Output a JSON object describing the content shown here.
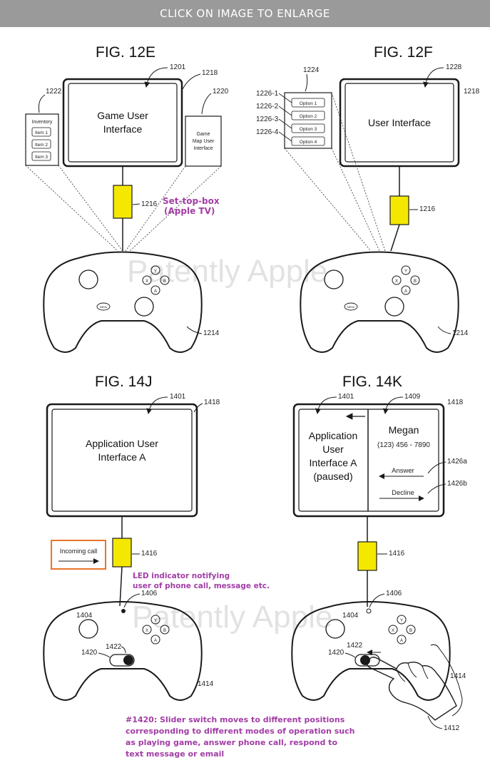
{
  "banner": "CLICK ON IMAGE TO ENLARGE",
  "watermark": "Patently Apple",
  "fig12e": {
    "title": "FIG. 12E",
    "screen_text": [
      "Game User",
      "Interface"
    ],
    "inventory_title": "Inventory",
    "inventory_items": [
      "Item 1",
      "Item 2",
      "Item 3"
    ],
    "map_text": [
      "Game",
      "Map User",
      "Interface"
    ],
    "set_top_box": [
      "Set-top-box",
      "(Apple TV)"
    ],
    "refs": {
      "r1201": "1201",
      "r1218": "1218",
      "r1220": "1220",
      "r1222": "1222",
      "r1216": "1216",
      "r1214": "1214"
    }
  },
  "fig12f": {
    "title": "FIG. 12F",
    "screen_text": "User Interface",
    "options": [
      "Option 1",
      "Option 2",
      "Option 3",
      "Option 4"
    ],
    "option_refs": [
      "1226-1",
      "1226-2",
      "1226-3",
      "1226-4"
    ],
    "refs": {
      "r1224": "1224",
      "r1228": "1228",
      "r1218": "1218",
      "r1216": "1216",
      "r1214": "1214"
    }
  },
  "fig14j": {
    "title": "FIG. 14J",
    "screen_text": [
      "Application User",
      "Interface A"
    ],
    "incoming_call": "Incoming call",
    "led_note": [
      "LED indicator notifying",
      "user of phone call, message etc."
    ],
    "refs": {
      "r1401": "1401",
      "r1418": "1418",
      "r1416": "1416",
      "r1406": "1406",
      "r1404": "1404",
      "r1422": "1422",
      "r1420": "1420",
      "r1414": "1414"
    }
  },
  "fig14k": {
    "title": "FIG. 14K",
    "left_text": [
      "Application",
      "User",
      "Interface A",
      "(paused)"
    ],
    "caller": "Megan",
    "phone": "(123) 456 - 7890",
    "answer": "Answer",
    "decline": "Decline",
    "refs": {
      "r1401": "1401",
      "r1409": "1409",
      "r1418": "1418",
      "r1426a": "1426a",
      "r1426b": "1426b",
      "r1416": "1416",
      "r1406": "1406",
      "r1404": "1404",
      "r1422": "1422",
      "r1420": "1420",
      "r1414": "1414",
      "r1412": "1412"
    }
  },
  "caption": [
    "#1420: Slider switch moves to different positions",
    "corresponding to different modes of operation such",
    "as playing game, answer phone call, respond to",
    "text message or email"
  ],
  "button_letters": {
    "y": "Y",
    "x": "X",
    "b": "B",
    "a": "A"
  },
  "menu_label": "MENU",
  "colors": {
    "set_top_box": "#f5e800",
    "annotation": "#a23da6",
    "callout_border": "#e8752a",
    "banner": "#9a9a9a"
  }
}
